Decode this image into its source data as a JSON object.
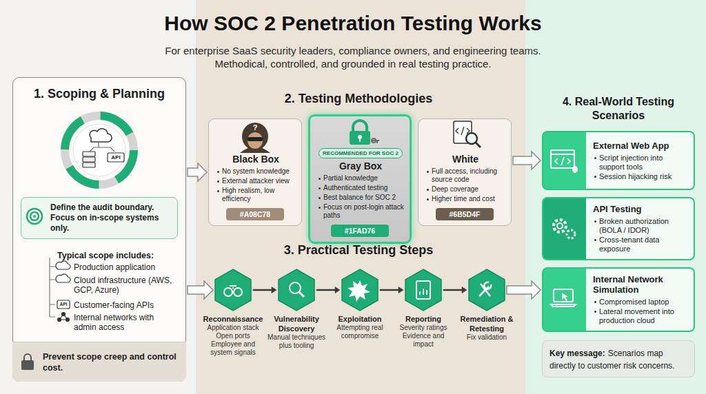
{
  "diagram": {
    "title": "How SOC 2 Penetration Testing Works",
    "nodes": [
      {
        "text": [
          "1. Scoping & Planning",
          "Typical scope includes:",
          "Production application",
          "Cloud infrastructure (AWS, GCP, Azure)",
          "Customer-facing APIs",
          "Internal networks with admin access"
        ]
      },
      {
        "text": [
          "Define the audit boundary. Focus on in-scope systems only."
        ],
        "in": 0
      },
      {
        "text": [
          "Prevent scope creep and control cost."
        ],
        "in": 0
      },
      {
        "text": [
          "Black Box",
          "No system knowledge",
          "External attacker view",
          "High realism, low efficiency"
        ]
      },
      {
        "text": [
          "#A08C78"
        ],
        "in": 3
      },
      {
        "text": [
          "RECOMMENDED FOR SOC 2",
          "Gray Box",
          "Partial knowledge",
          "Authenticated testing",
          "Best balance for SOC 2",
          "Focus on post-login attack paths"
        ]
      },
      {
        "text": [
          "#1FAD76"
        ],
        "in": 5
      },
      {
        "text": [
          "White",
          "Full access, including source code",
          "Deep coverage",
          "Higher time and cost"
        ]
      },
      {
        "text": [
          "#6B5D4F"
        ],
        "in": 7
      },
      {
        "text": [
          "Reconnaissance",
          "Application stack",
          "Open ports",
          "Employee and system signals"
        ]
      },
      {
        "text": [
          "Vulnerability Discovery",
          "Manual techniques plus tooling"
        ]
      },
      {
        "text": [
          "Exploitation",
          "Attempting real compromise"
        ]
      },
      {
        "text": [
          "Reporting",
          "Severity ratings",
          "Evidence and impact"
        ]
      },
      {
        "text": [
          "Remediation & Retesting",
          "Fix validation"
        ]
      },
      {
        "text": [
          "External Web App",
          "Script injection into support tools",
          "Session hijacking risk"
        ]
      },
      {
        "text": [
          "API Testing",
          "Broken authorization (BOLA / IDOR)",
          "Cross-tenant data exposure"
        ]
      },
      {
        "text": [
          "Internal Network Simulation",
          "Compromised laptop",
          "Lateral movement into production cloud"
        ]
      },
      {
        "text": [
          "Key message:",
          "Scenarios map directly to customer risk concerns."
        ]
      }
    ],
    "edges": [
      {
        "from": 0,
        "to": 3,
        "arrow": "to"
      },
      {
        "from": 0,
        "to": 9,
        "arrow": "to"
      },
      {
        "from": 9,
        "to": 10,
        "arrow": "to"
      },
      {
        "from": 10,
        "to": 11,
        "arrow": "to"
      },
      {
        "from": 11,
        "to": 12,
        "arrow": "to"
      },
      {
        "from": 12,
        "to": 13,
        "arrow": "to"
      },
      {
        "from": 7,
        "to": 14,
        "arrow": "to"
      },
      {
        "from": 13,
        "to": 16,
        "arrow": "to"
      }
    ],
    "labels": [
      "For enterprise SaaS security leaders, compliance owners, and engineering teams.",
      "Methodical, controlled, and grounded in real testing practice.",
      "API",
      "API",
      "2. Testing Methodologies",
      "?",
      "3. Practical Testing Steps",
      "4. Real-World Testing Scenarios"
    ]
  }
}
